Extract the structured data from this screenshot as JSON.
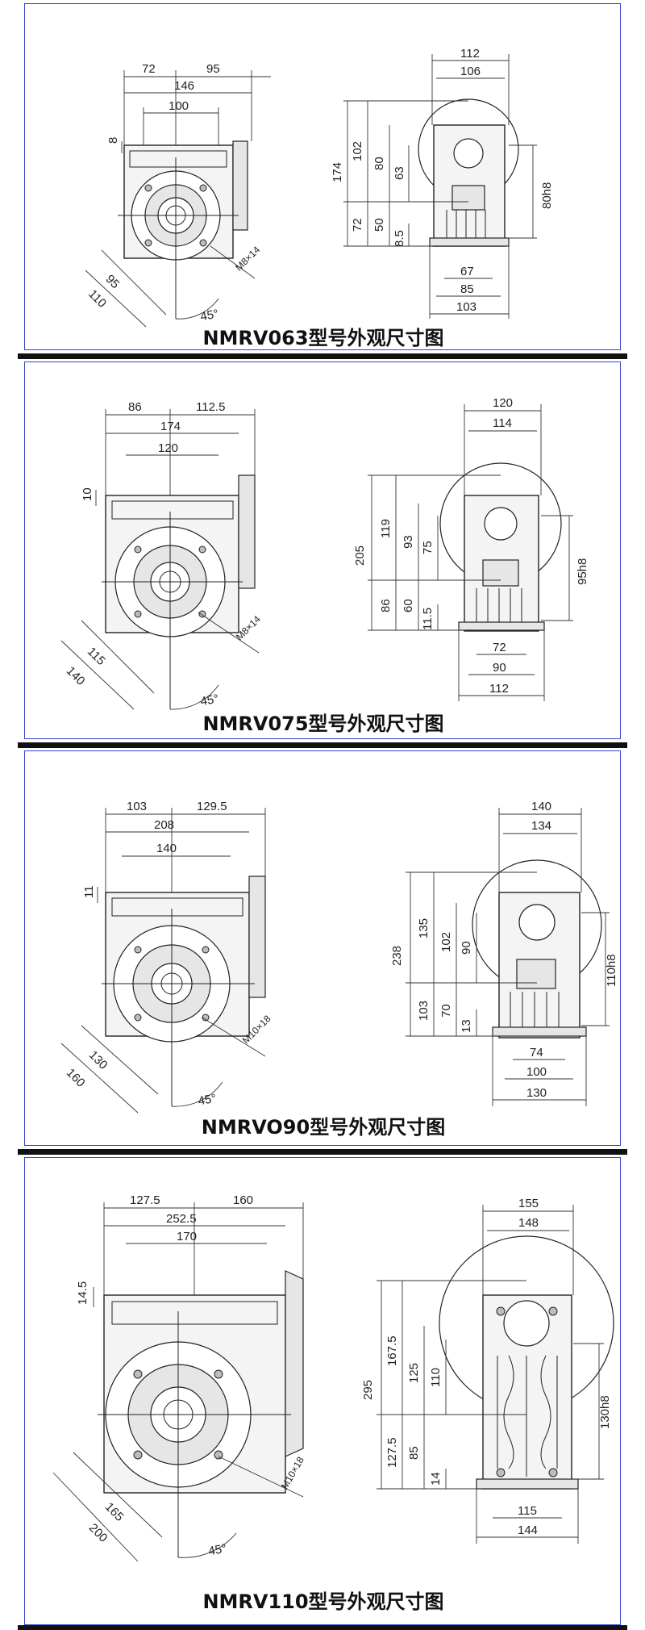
{
  "panels": [
    {
      "caption": "NMRV063型号外观尺寸图",
      "left_view": {
        "top": [
          "72",
          "95"
        ],
        "overall": "146",
        "inner": "100",
        "flange": "8",
        "diag_small": "95",
        "diag_large": "110",
        "bolt": "M8×14",
        "angle": "45°"
      },
      "right_view": {
        "top_overall": "112",
        "top_inner": "106",
        "height_total": "174",
        "upper": "102",
        "mid": "80",
        "inner": "63",
        "lower": "72",
        "base": "50",
        "foot": "8.5",
        "shaft": "80h8",
        "bottom_inner": "67",
        "bottom_mid": "85",
        "bottom_overall": "103"
      }
    },
    {
      "caption": "NMRV075型号外观尺寸图",
      "left_view": {
        "top": [
          "86",
          "112.5"
        ],
        "overall": "174",
        "inner": "120",
        "flange": "10",
        "diag_small": "115",
        "diag_large": "140",
        "bolt": "M8×14",
        "angle": "45°"
      },
      "right_view": {
        "top_overall": "120",
        "top_inner": "114",
        "height_total": "205",
        "upper": "119",
        "mid": "93",
        "inner": "75",
        "lower": "86",
        "base": "60",
        "foot": "11.5",
        "shaft": "95h8",
        "bottom_inner": "72",
        "bottom_mid": "90",
        "bottom_overall": "112"
      }
    },
    {
      "caption": "NMRVO90型号外观尺寸图",
      "left_view": {
        "top": [
          "103",
          "129.5"
        ],
        "overall": "208",
        "inner": "140",
        "flange": "11",
        "diag_small": "130",
        "diag_large": "160",
        "bolt": "M10×18",
        "angle": "45°"
      },
      "right_view": {
        "top_overall": "140",
        "top_inner": "134",
        "height_total": "238",
        "upper": "135",
        "mid": "102",
        "inner": "90",
        "lower": "103",
        "base": "70",
        "foot": "13",
        "shaft": "110h8",
        "bottom_inner": "74",
        "bottom_mid": "100",
        "bottom_overall": "130"
      }
    },
    {
      "caption": "NMRV110型号外观尺寸图",
      "left_view": {
        "top": [
          "127.5",
          "160"
        ],
        "overall": "252.5",
        "inner": "170",
        "flange": "14.5",
        "diag_small": "165",
        "diag_large": "200",
        "bolt": "M10×18",
        "angle": "45°"
      },
      "right_view": {
        "top_overall": "155",
        "top_inner": "148",
        "height_total": "295",
        "upper": "167.5",
        "mid": "125",
        "inner": "110",
        "lower": "127.5",
        "base": "85",
        "foot": "14",
        "shaft": "130h8",
        "bottom_inner": "115",
        "bottom_mid": "144"
      }
    }
  ]
}
